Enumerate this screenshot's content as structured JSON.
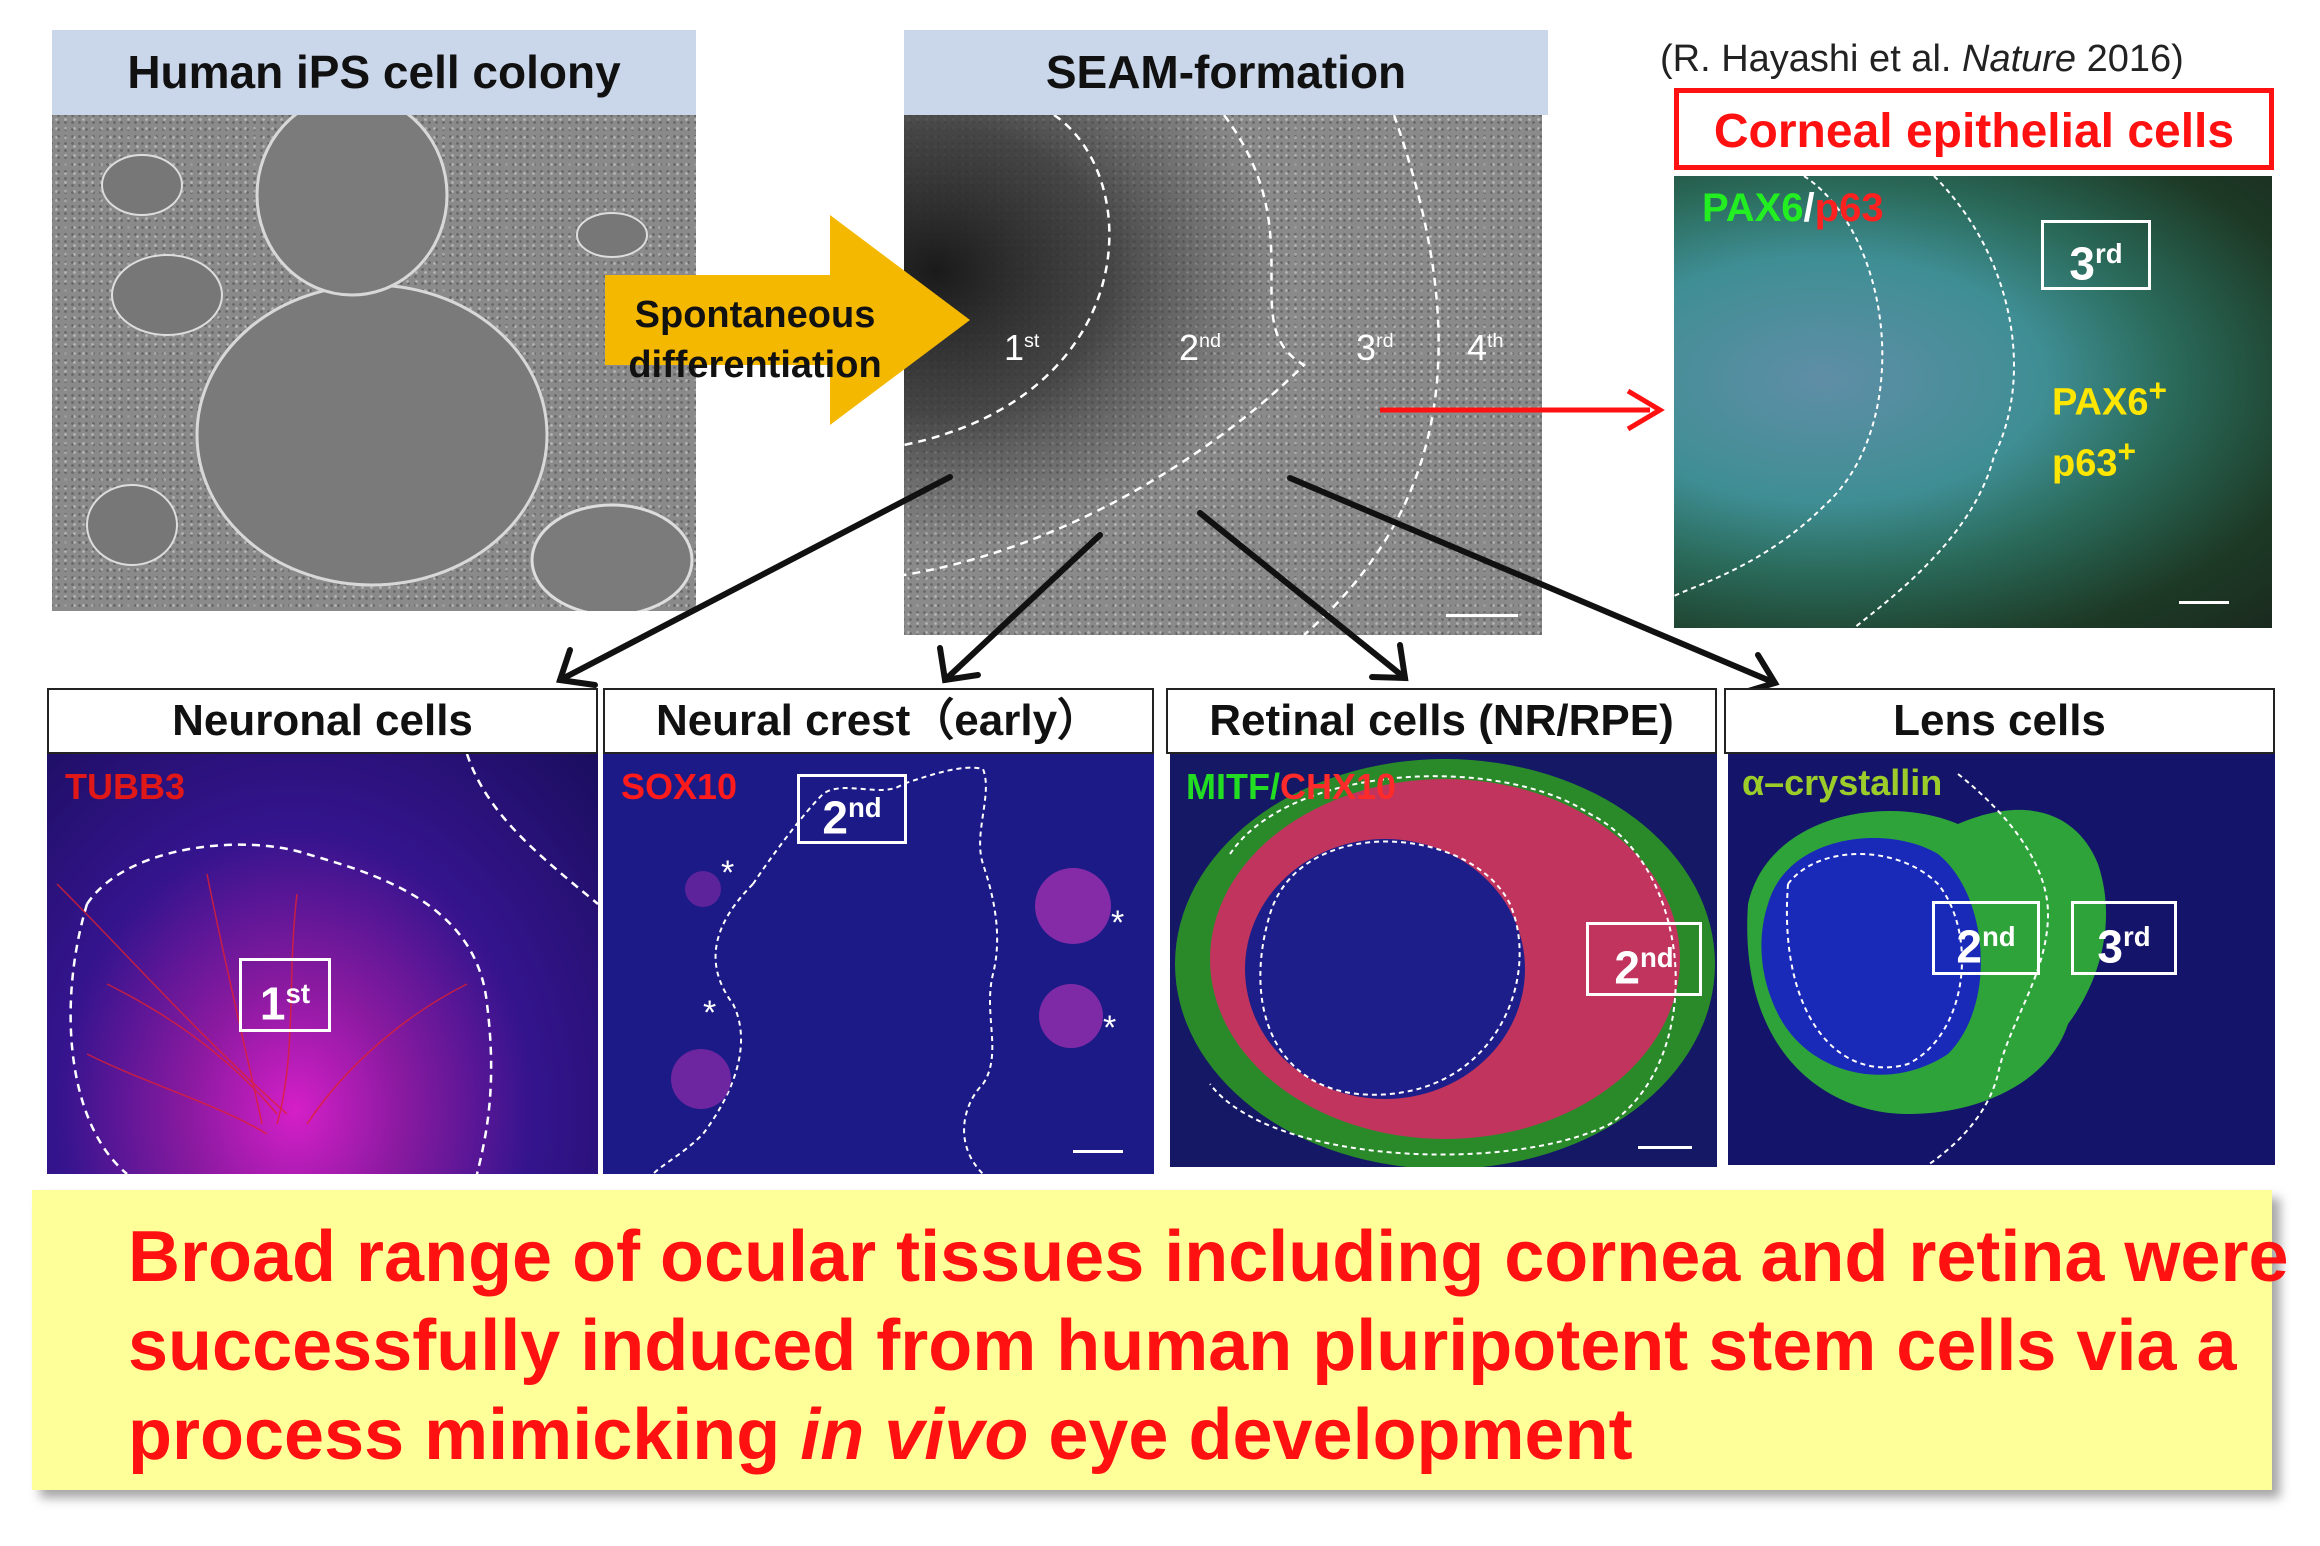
{
  "top": {
    "ips_title": "Human iPS cell colony",
    "seam_title": "SEAM-formation",
    "arrow_line1": "Spontaneous",
    "arrow_line2": "differentiation",
    "zone_1": "1",
    "zone_1_sup": "st",
    "zone_2": "2",
    "zone_2_sup": "nd",
    "zone_3": "3",
    "zone_3_sup": "rd",
    "zone_4": "4",
    "zone_4_sup": "th"
  },
  "cornea": {
    "citation_prefix": "(R. Hayashi et al. ",
    "citation_journal": "Nature",
    "citation_year": " 2016)",
    "title": "Corneal epithelial cells",
    "marker_green": "PAX6",
    "marker_sep": "/",
    "marker_red": "p63",
    "badge": "3",
    "badge_sup": "rd",
    "label_line1": "PAX6",
    "label_line1_sup": "+",
    "label_line2": "p63",
    "label_line2_sup": "+"
  },
  "panels": [
    {
      "title": "Neuronal cells",
      "marker_a": "TUBB3",
      "marker_sep": "",
      "marker_b": "",
      "badge": "1",
      "badge_sup": "st"
    },
    {
      "title": "Neural crest（early）",
      "marker_a": "SOX10",
      "marker_sep": "",
      "marker_b": "",
      "badge": "2",
      "badge_sup": "nd"
    },
    {
      "title": "Retinal cells (NR/RPE)",
      "marker_a": "MITF",
      "marker_sep": "/",
      "marker_b": "CHX10",
      "badge": "2",
      "badge_sup": "nd"
    },
    {
      "title": "Lens cells",
      "marker_a": "α–crystallin",
      "marker_sep": "",
      "marker_b": "",
      "badge": "2",
      "badge_sup": "nd",
      "badge2": "3",
      "badge2_sup": "rd"
    }
  ],
  "asterisk": "*",
  "summary": {
    "line1": "Broad range of ocular tissues including cornea and retina were",
    "line2": "successfully induced from human pluripotent stem cells via a",
    "line3_pre": "process mimicking ",
    "line3_italic": "in vivo",
    "line3_post": " eye development"
  },
  "colors": {
    "title_bg": "#cad7ea",
    "arrow": "#f5b800",
    "red": "#ff1111",
    "summary_bg": "#ffff99"
  }
}
